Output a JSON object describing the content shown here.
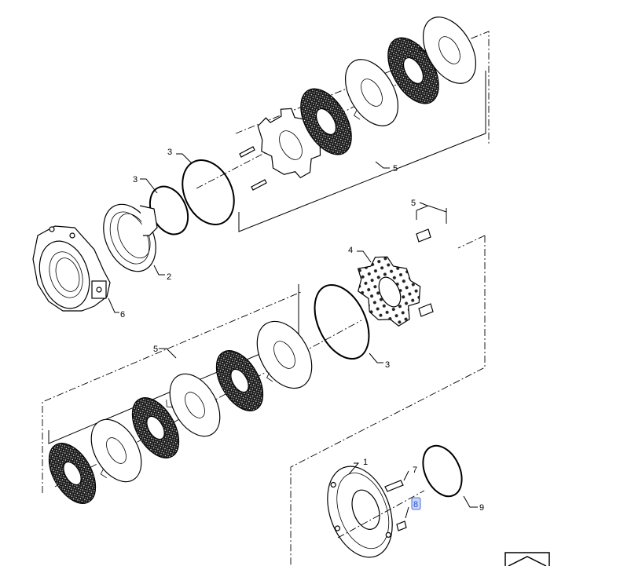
{
  "labels": {
    "ring_upper_a": "3",
    "ring_upper_b": "3",
    "disc_pack_upper": "5",
    "piston": "2",
    "housing": "6",
    "bolts_group": "5",
    "plate": "4",
    "ring_mid": "3",
    "disc_pack_lower": "5",
    "cover": "1",
    "bolt": "7",
    "screw": "8",
    "ring_lower": "9"
  },
  "colors": {
    "line": "#000000",
    "highlight_box": "#c9d6ff",
    "highlight_text": "#2a4fbf"
  },
  "icons": {
    "corner": "envelope-chevron-icon"
  }
}
